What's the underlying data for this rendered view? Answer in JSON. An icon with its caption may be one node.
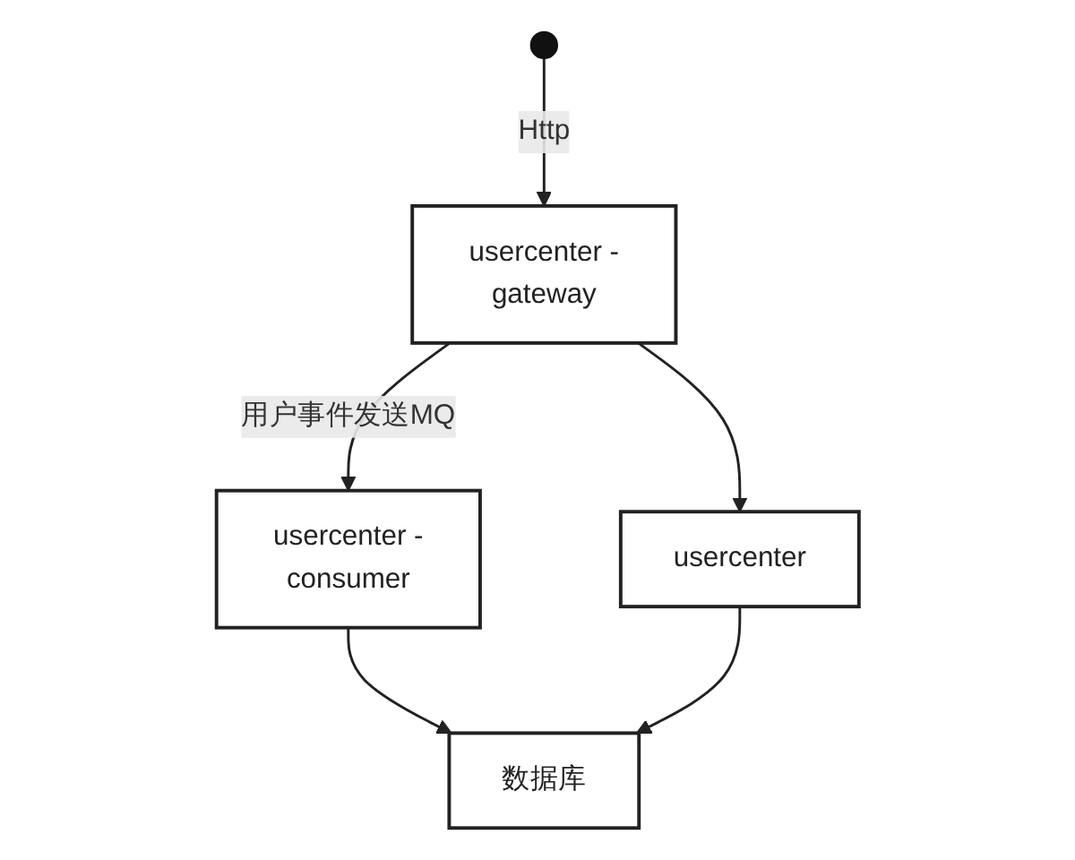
{
  "diagram": {
    "nodes": [
      {
        "text": [],
        "shape": "person"
      },
      {
        "text": [
          "usercenter -gateway"
        ]
      },
      {
        "text": [
          "usercenter -consumer"
        ]
      },
      {
        "text": [
          "usercenter"
        ]
      },
      {
        "text": [
          "数据库"
        ]
      }
    ],
    "edges": [
      {
        "from": 0,
        "to": 1,
        "arrow": "to",
        "label": "Http"
      },
      {
        "from": 1,
        "to": 2,
        "arrow": "to",
        "label": "用户事件发送MQ"
      },
      {
        "from": 1,
        "to": 3,
        "arrow": "to"
      },
      {
        "from": 2,
        "to": 4,
        "arrow": "to"
      },
      {
        "from": 3,
        "to": 4,
        "arrow": "to"
      }
    ]
  }
}
